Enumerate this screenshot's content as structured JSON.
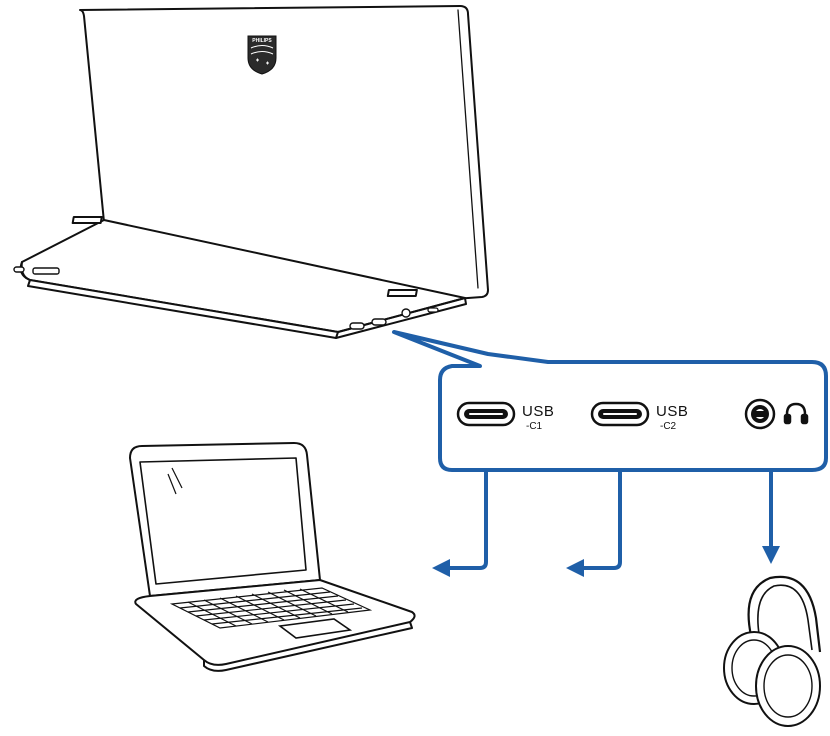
{
  "brand_logo_text": "PHILIPS",
  "colors": {
    "callout_blue": "#1f5fa8",
    "line_art": "#111111",
    "background": "#ffffff"
  },
  "ports": [
    {
      "id": "usb-c1",
      "name": "USB",
      "suffix": "-C1",
      "icon": "usb-c-port-icon",
      "connects_to": "laptop"
    },
    {
      "id": "usb-c2",
      "name": "USB",
      "suffix": "-C2",
      "icon": "usb-c-port-icon",
      "connects_to": "device"
    },
    {
      "id": "audio",
      "name": "",
      "suffix": "",
      "icon": "headphone-icon",
      "connects_to": "headphones"
    }
  ],
  "devices": [
    "portable-monitor",
    "laptop",
    "headphones"
  ]
}
